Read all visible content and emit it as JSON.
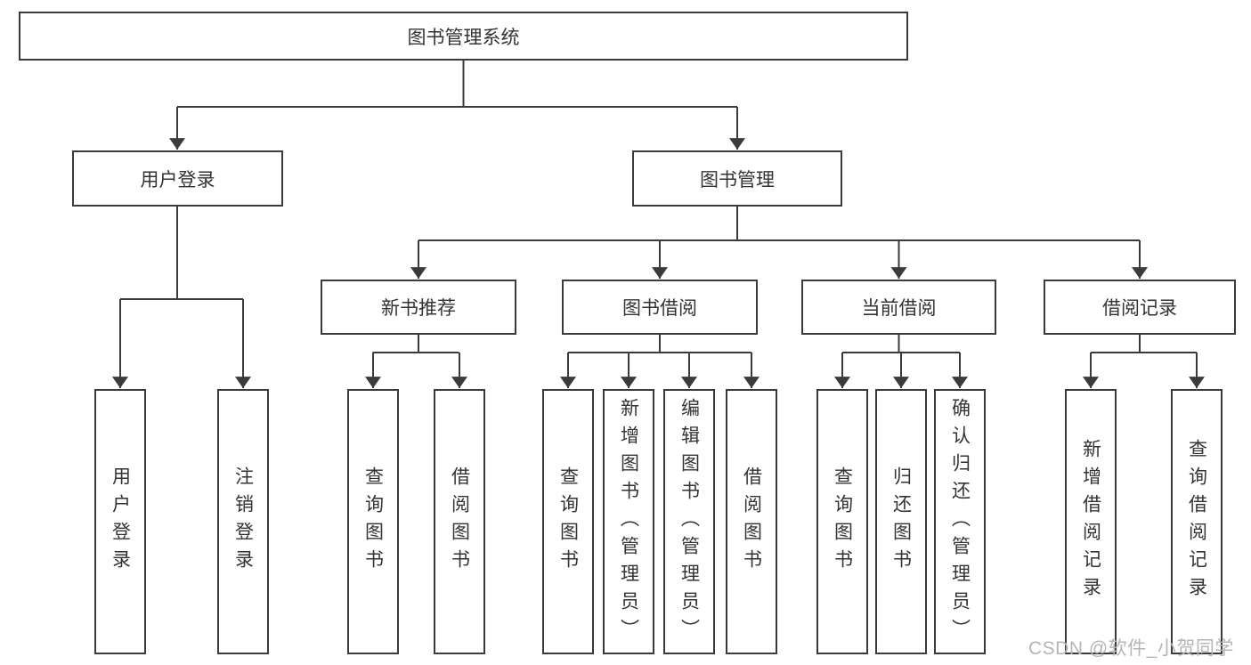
{
  "diagram": {
    "root": {
      "label": "图书管理系统"
    },
    "branches": [
      {
        "label": "用户登录",
        "children": [
          {
            "label": "用户登录"
          },
          {
            "label": "注销登录"
          }
        ]
      },
      {
        "label": "图书管理",
        "children": [
          {
            "label": "新书推荐",
            "children": [
              {
                "label": "查询图书"
              },
              {
                "label": "借阅图书"
              }
            ]
          },
          {
            "label": "图书借阅",
            "children": [
              {
                "label": "查询图书"
              },
              {
                "label": "新增图书（管理员）"
              },
              {
                "label": "编辑图书（管理员）"
              },
              {
                "label": "借阅图书"
              }
            ]
          },
          {
            "label": "当前借阅",
            "children": [
              {
                "label": "查询图书"
              },
              {
                "label": "归还图书"
              },
              {
                "label": "确认归还（管理员）"
              }
            ]
          },
          {
            "label": "借阅记录",
            "children": [
              {
                "label": "新增借阅记录"
              },
              {
                "label": "查询借阅记录"
              }
            ]
          }
        ]
      }
    ]
  },
  "watermark": {
    "text": "CSDN @软件_小贺同学"
  },
  "colors": {
    "line": "#3b3b3b",
    "text": "#333333",
    "background": "#ffffff",
    "watermark_color": "#b5b5b5"
  }
}
